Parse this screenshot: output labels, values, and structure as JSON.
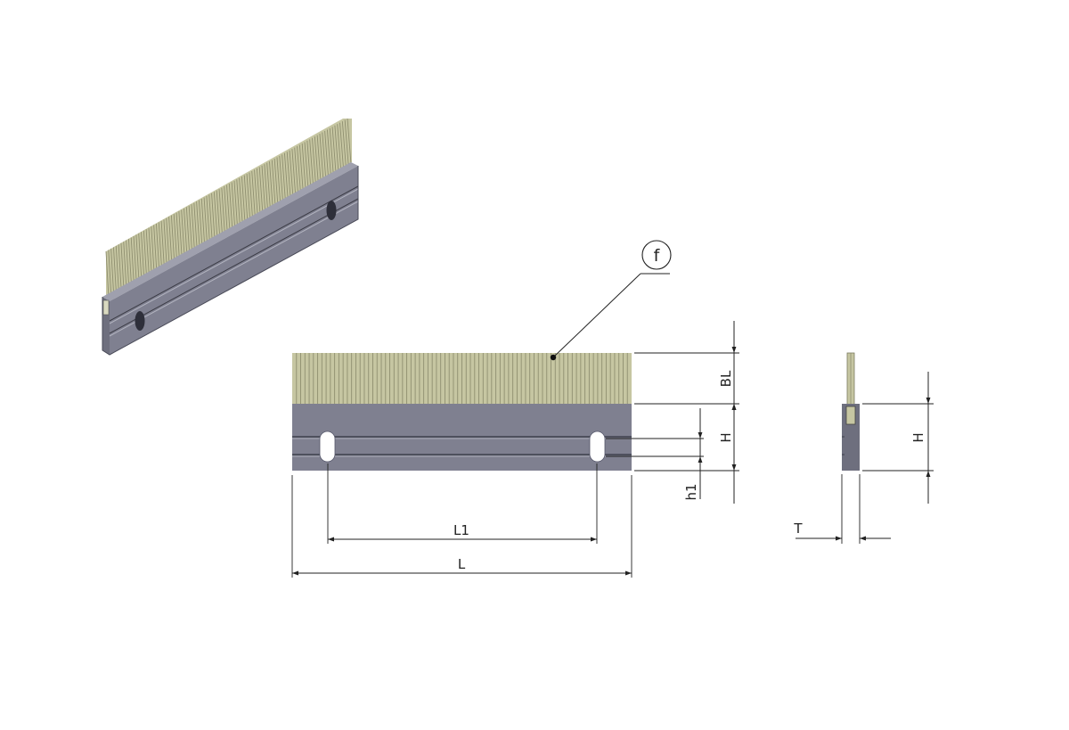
{
  "labels": {
    "balloon": "f",
    "bristle_length": "BL",
    "height": "H",
    "height_side": "H",
    "slot_height": "h1",
    "slot_spacing": "L1",
    "length": "L",
    "thickness": "T"
  },
  "colors": {
    "bristle": "#c6c6a2",
    "bristle_line": "#8f8f70",
    "body_front": "#7f8090",
    "body_top": "#9fa0ae",
    "body_side": "#6e6f7e",
    "groove": "#3f404c",
    "slot": "#ffffff",
    "dimension": "#222222",
    "background": "#ffffff"
  },
  "drawing": {
    "isometric_bristle_count": 96,
    "front_bristle_count": 80
  }
}
